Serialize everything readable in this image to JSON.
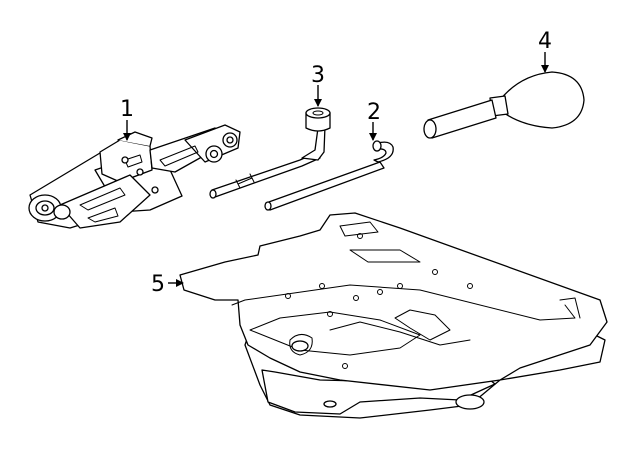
{
  "callouts": {
    "jack": "1",
    "wrench": "2",
    "extension": "3",
    "handle": "4",
    "tray": "5"
  }
}
